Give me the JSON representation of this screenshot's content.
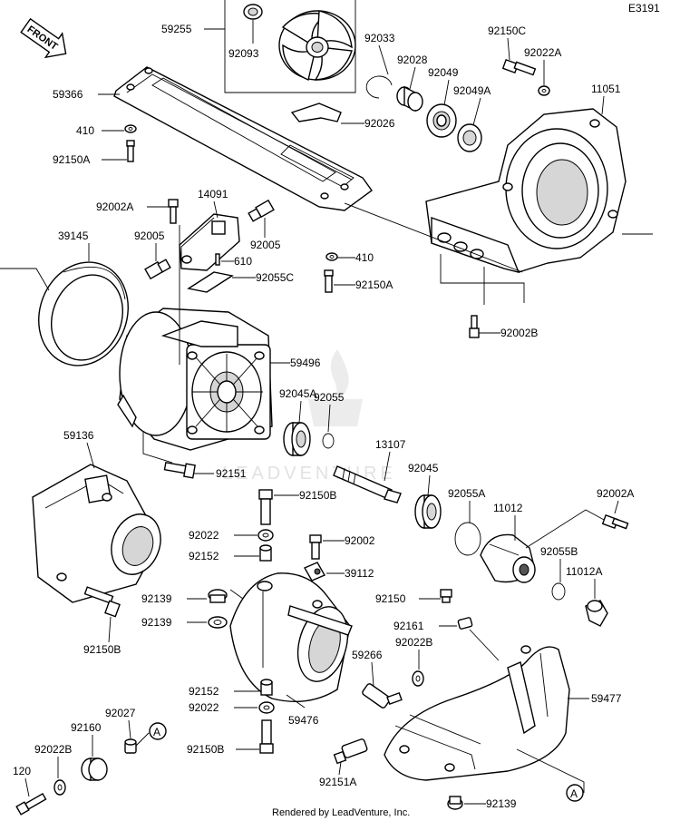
{
  "diagram": {
    "code": "E3191",
    "front_label": "FRONT",
    "footer": "Rendered by LeadVenture, Inc.",
    "watermark": "LEADVENTURE",
    "callout_letter": "A",
    "labels": {
      "p59255": "59255",
      "p92093": "92093",
      "p92033": "92033",
      "p92150C": "92150C",
      "p92022A": "92022A",
      "p92028": "92028",
      "p92049": "92049",
      "p92049A": "92049A",
      "p11051": "11051",
      "p59366": "59366",
      "p410a": "410",
      "p92150Aa": "92150A",
      "p92026": "92026",
      "p92002A_top": "92002A",
      "p14091": "14091",
      "p39145": "39145",
      "p92005a": "92005",
      "p92005b": "92005",
      "p610": "610",
      "p410b": "410",
      "p92055C": "92055C",
      "p92150Ab": "92150A",
      "p92002B": "92002B",
      "p59496": "59496",
      "p92045A": "92045A",
      "p92055": "92055",
      "p13107": "13107",
      "p59136": "59136",
      "p92045": "92045",
      "p92055A": "92055A",
      "p11012": "11012",
      "p92002A_r": "92002A",
      "p92151": "92151",
      "p92150B_a": "92150B",
      "p92022_a": "92022",
      "p92002": "92002",
      "p92152_a": "92152",
      "p39112": "39112",
      "p92055B": "92055B",
      "p11012A": "11012A",
      "p92139_a": "92139",
      "p92150": "92150",
      "p92139_b": "92139",
      "p92161": "92161",
      "p92150B_b": "92150B",
      "p92022B_a": "92022B",
      "p59266": "59266",
      "p59477": "59477",
      "p92152_b": "92152",
      "p92022_b": "92022",
      "p59476": "59476",
      "p92027": "92027",
      "p92160": "92160",
      "p92022B_b": "92022B",
      "p92150B_c": "92150B",
      "p120": "120",
      "p92151A": "92151A",
      "p92139_c": "92139"
    }
  }
}
